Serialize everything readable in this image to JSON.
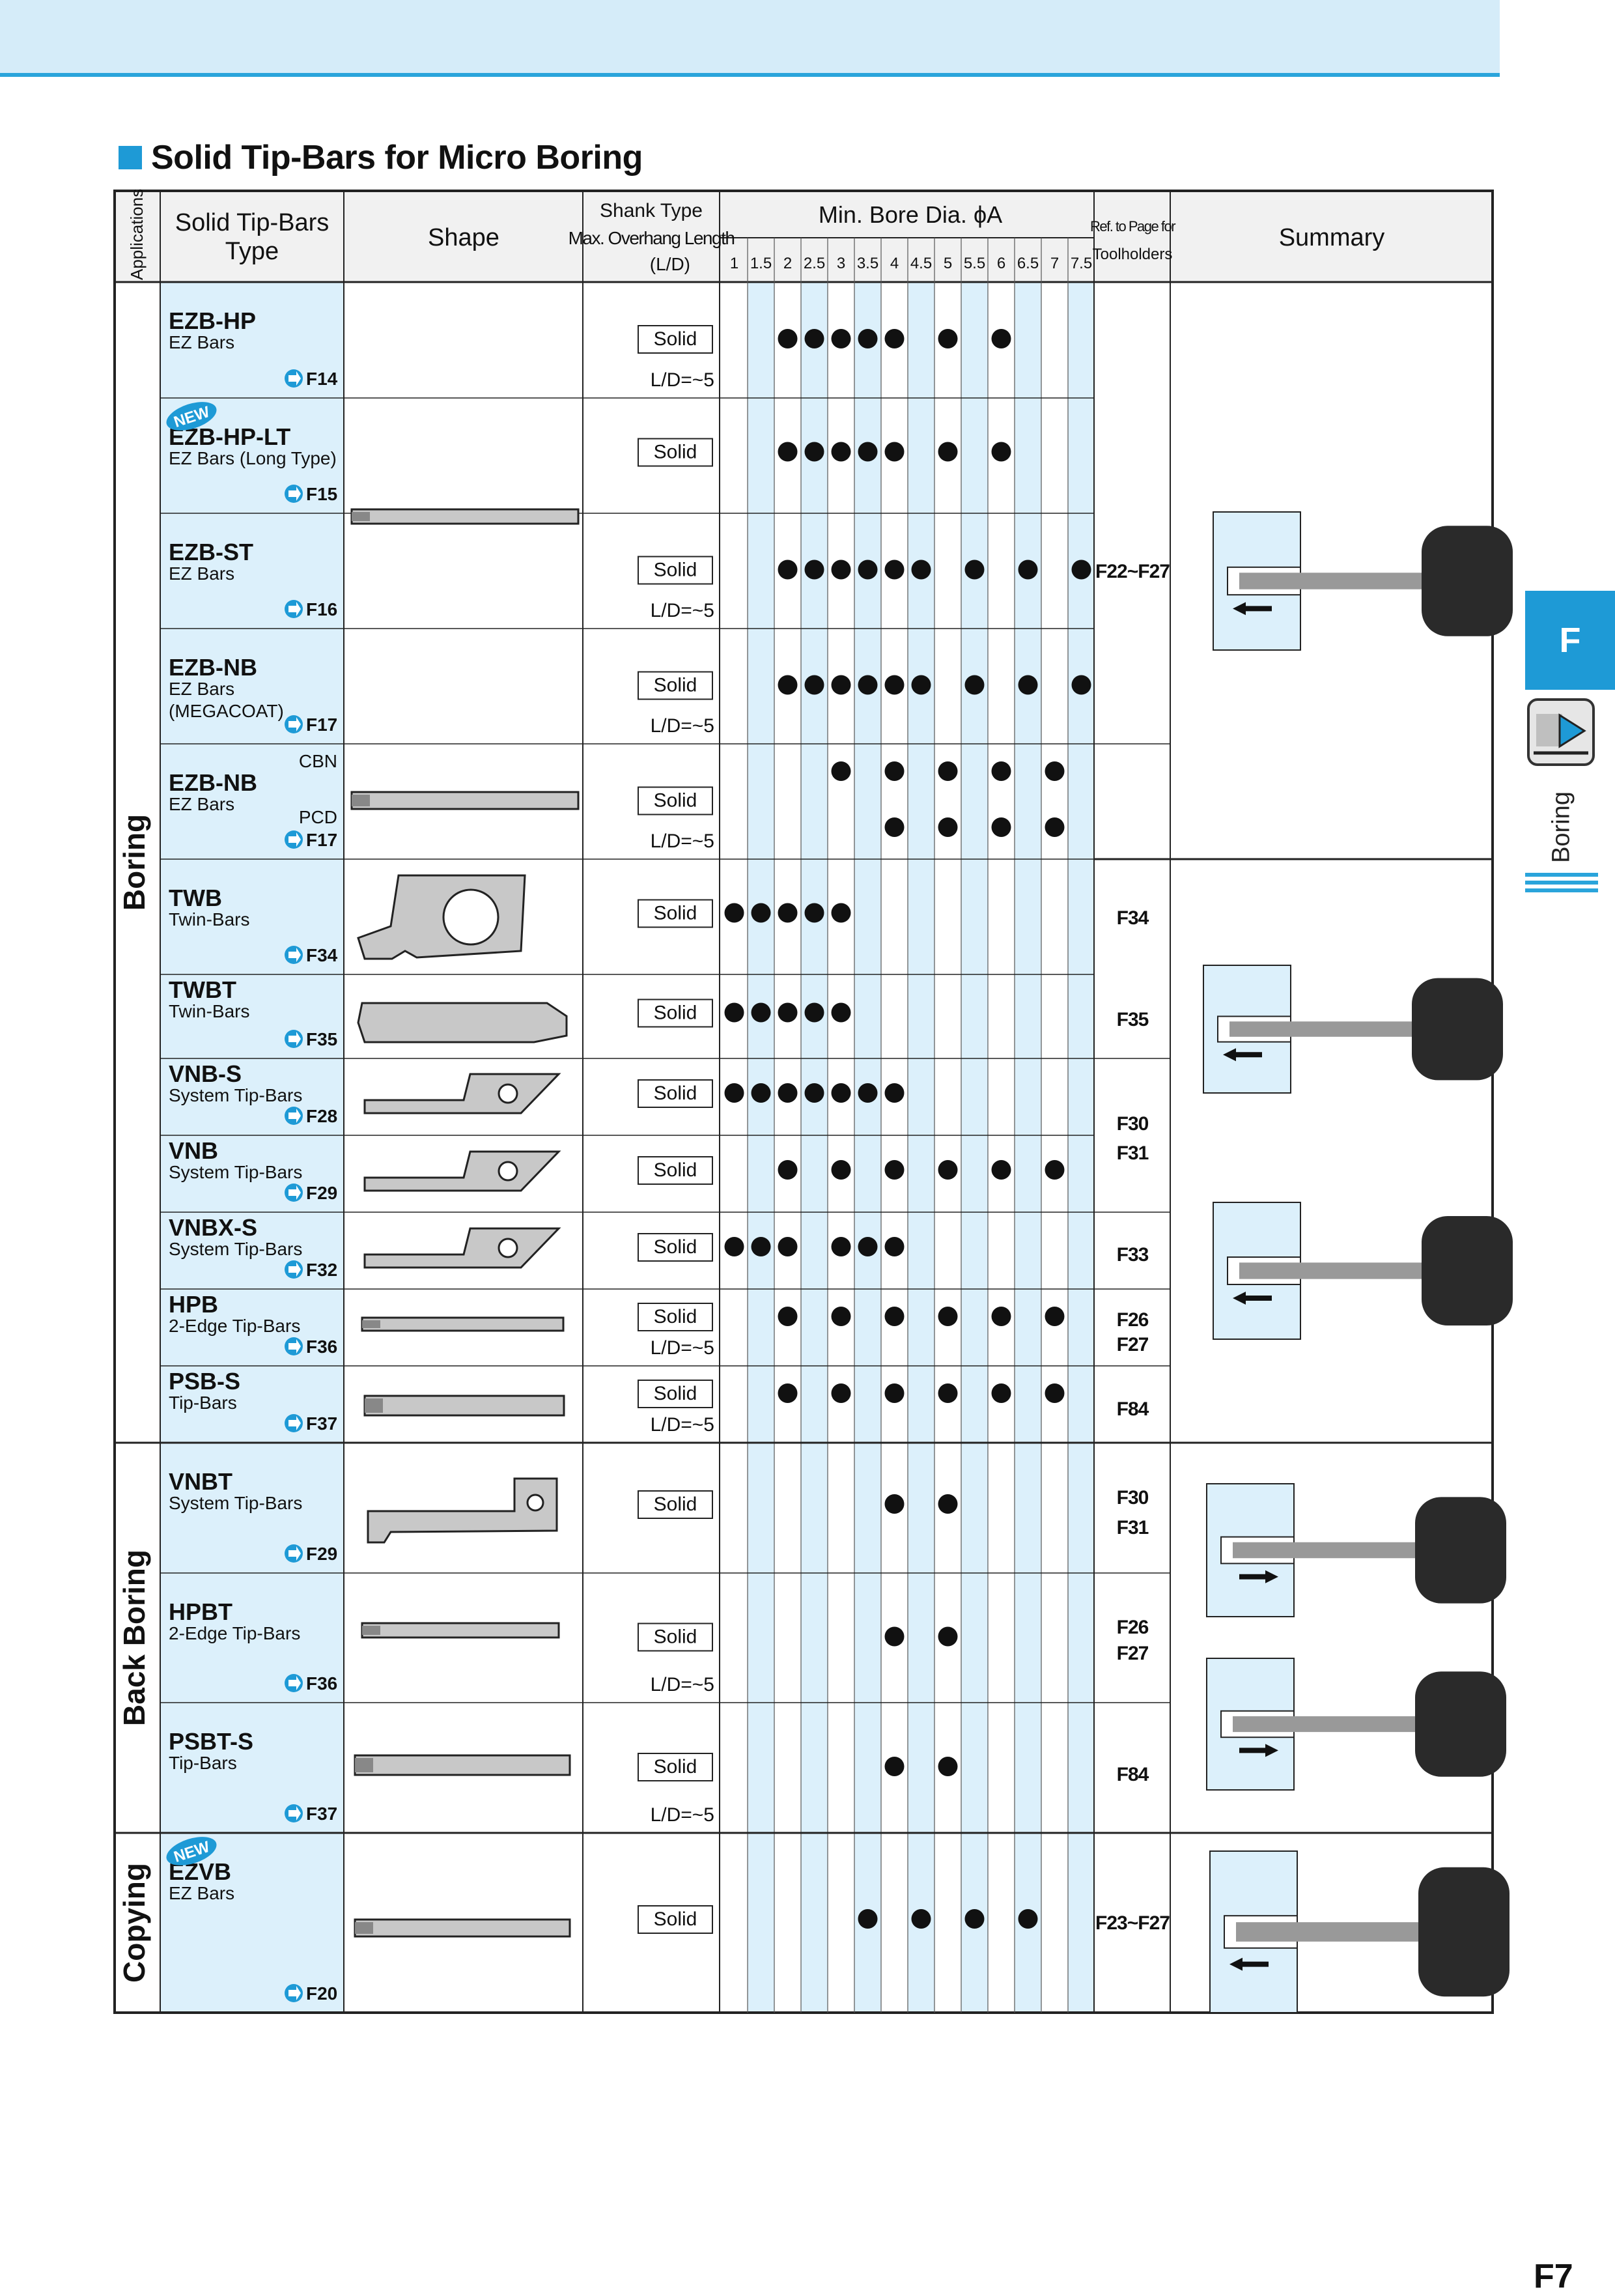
{
  "title": "Solid Tip-Bars for Micro Boring",
  "header": {
    "applications": "Applications",
    "type_line1": "Solid Tip-Bars",
    "type_line2": "Type",
    "shape": "Shape",
    "shank_line1": "Shank Type",
    "shank_line2": "Max. Overhang Length",
    "shank_line3": "(L/D)",
    "bore": "Min. Bore Dia. ϕA",
    "ref_line1": "Ref. to Page for",
    "ref_line2": "Toolholders",
    "summary": "Summary"
  },
  "diameters": [
    "1",
    "1.5",
    "2",
    "2.5",
    "3",
    "3.5",
    "4",
    "4.5",
    "5",
    "5.5",
    "6",
    "6.5",
    "7",
    "7.5"
  ],
  "applications": [
    "Boring",
    "Back Boring",
    "Copying"
  ],
  "rows": [
    {
      "name": "EZB-HP",
      "sub": [
        "EZ Bars"
      ],
      "page": "F14",
      "shank": "Solid",
      "ld": "L/D=~5",
      "dots": [
        2,
        3,
        4,
        5,
        6,
        8,
        10
      ]
    },
    {
      "name": "EZB-HP-LT",
      "sub": [
        "EZ Bars (Long Type)"
      ],
      "page": "F15",
      "shank": "Solid",
      "ld": "",
      "dots": [
        2,
        3,
        4,
        5,
        6,
        8,
        10
      ],
      "new": "NEW"
    },
    {
      "name": "EZB-ST",
      "sub": [
        "EZ Bars"
      ],
      "page": "F16",
      "shank": "Solid",
      "ld": "L/D=~5",
      "dots": [
        2,
        3,
        4,
        5,
        6,
        7,
        9,
        11,
        13
      ]
    },
    {
      "name": "EZB-NB",
      "sub": [
        "EZ Bars",
        "(MEGACOAT)"
      ],
      "page": "F17",
      "shank": "Solid",
      "ld": "L/D=~5",
      "dots": [
        2,
        3,
        4,
        5,
        6,
        7,
        9,
        11,
        13
      ]
    },
    {
      "name": "EZB-NB",
      "sub": [
        "EZ Bars"
      ],
      "page": "F17",
      "shank": "Solid",
      "ld": "L/D=~5",
      "grade_top": "CBN",
      "grade_bottom": "PCD",
      "dots": [
        4,
        6,
        8,
        10,
        12
      ],
      "dots2": [
        6,
        8,
        10,
        12
      ]
    },
    {
      "name": "TWB",
      "sub": [
        "Twin-Bars"
      ],
      "page": "F34",
      "shank": "Solid",
      "ld": "",
      "dots": [
        0,
        1,
        2,
        3,
        4
      ]
    },
    {
      "name": "TWBT",
      "sub": [
        "Twin-Bars"
      ],
      "page": "F35",
      "shank": "Solid",
      "ld": "",
      "dots": [
        0,
        1,
        2,
        3,
        4
      ]
    },
    {
      "name": "VNB-S",
      "sub": [
        "System Tip-Bars"
      ],
      "page": "F28",
      "shank": "Solid",
      "ld": "",
      "dots": [
        0,
        1,
        2,
        3,
        4,
        5,
        6
      ]
    },
    {
      "name": "VNB",
      "sub": [
        "System Tip-Bars"
      ],
      "page": "F29",
      "shank": "Solid",
      "ld": "",
      "dots": [
        2,
        4,
        6,
        8,
        10,
        12
      ]
    },
    {
      "name": "VNBX-S",
      "sub": [
        "System Tip-Bars"
      ],
      "page": "F32",
      "shank": "Solid",
      "ld": "",
      "dots": [
        0,
        1,
        2,
        4,
        5,
        6
      ]
    },
    {
      "name": "HPB",
      "sub": [
        "2-Edge Tip-Bars"
      ],
      "page": "F36",
      "shank": "Solid",
      "ld": "L/D=~5",
      "dots": [
        2,
        4,
        6,
        8,
        10,
        12
      ]
    },
    {
      "name": "PSB-S",
      "sub": [
        "Tip-Bars"
      ],
      "page": "F37",
      "shank": "Solid",
      "ld": "L/D=~5",
      "dots": [
        2,
        4,
        6,
        8,
        10,
        12
      ]
    },
    {
      "name": "VNBT",
      "sub": [
        "System Tip-Bars"
      ],
      "page": "F29",
      "shank": "Solid",
      "ld": "",
      "dots": [
        6,
        8
      ]
    },
    {
      "name": "HPBT",
      "sub": [
        "2-Edge Tip-Bars"
      ],
      "page": "F36",
      "shank": "Solid",
      "ld": "L/D=~5",
      "dots": [
        6,
        8
      ]
    },
    {
      "name": "PSBT-S",
      "sub": [
        "Tip-Bars"
      ],
      "page": "F37",
      "shank": "Solid",
      "ld": "L/D=~5",
      "dots": [
        6,
        8
      ]
    },
    {
      "name": "EZVB",
      "sub": [
        "EZ Bars"
      ],
      "page": "F20",
      "shank": "Solid",
      "ld": "",
      "dots": [
        5,
        7,
        9,
        11
      ],
      "new": "NEW"
    }
  ],
  "refs": [
    "F22~F27",
    "F34",
    "F35",
    "F30",
    "F31",
    "F33",
    "F26",
    "F27",
    "F84",
    "F30",
    "F31",
    "F26",
    "F27",
    "F84",
    "F23~F27"
  ],
  "side_tab": "F",
  "side_label": "Boring",
  "page_number": "F7",
  "colors": {
    "accent": "#1e9ad6",
    "light_blue": "#d5ecf9",
    "col_blue": "#dcf0fb"
  }
}
